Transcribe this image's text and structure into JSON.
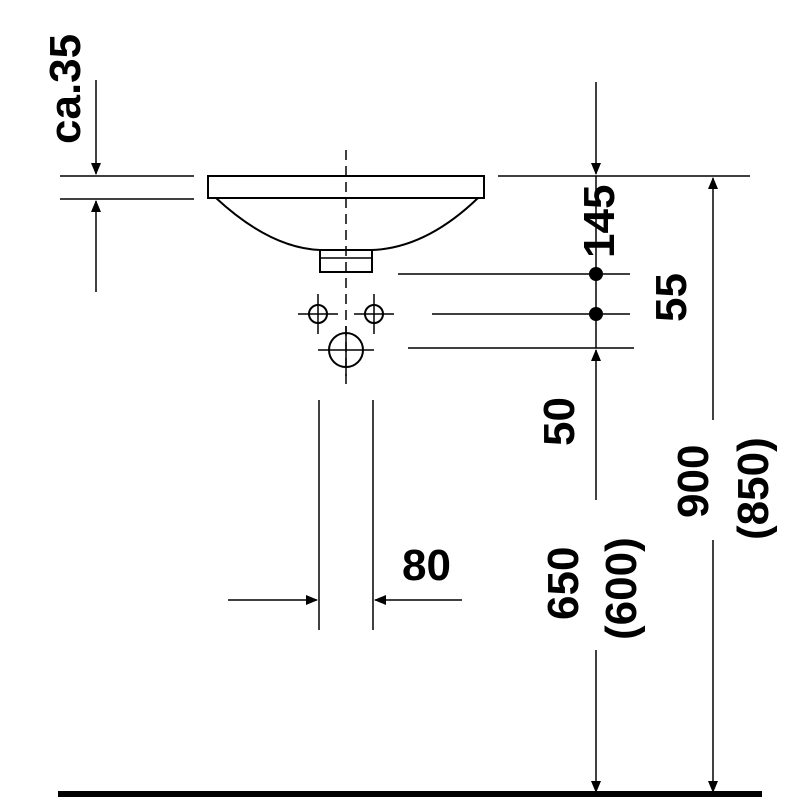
{
  "dimensions": {
    "rim_thickness": "ca.35",
    "rim_to_waste": "145",
    "waste_spacing": "55",
    "waste_to_trap": "50",
    "pipe_width": "80",
    "waste_height": "650",
    "waste_height_alt": "(600)",
    "rim_height": "900",
    "rim_height_alt": "(850)"
  },
  "colors": {
    "line": "#000000",
    "background": "#ffffff"
  }
}
